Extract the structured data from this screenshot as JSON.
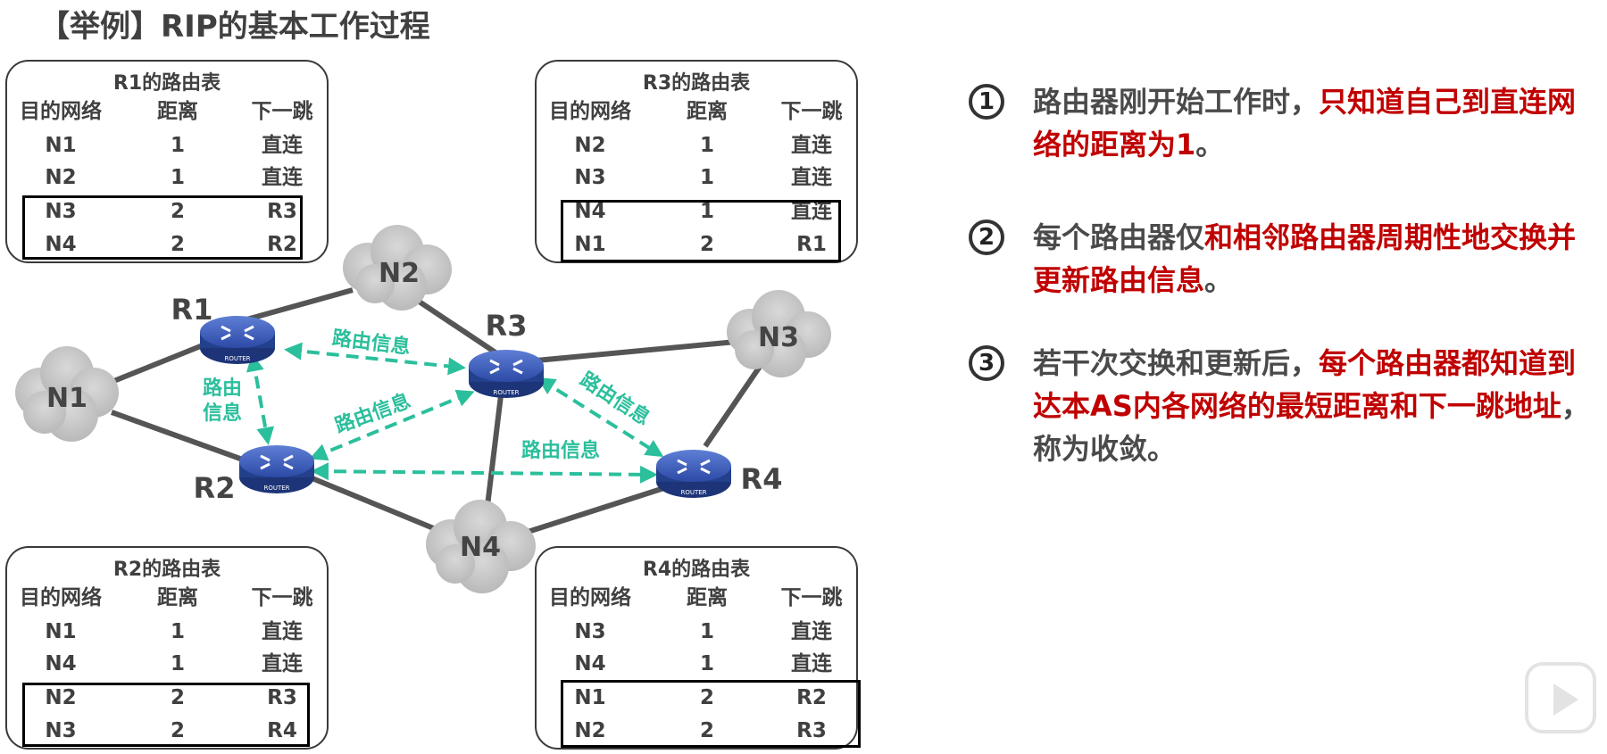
{
  "title": "【举例】RIP的基本工作过程",
  "tables": {
    "r1": {
      "caption": "R1的路由表",
      "headers": [
        "目的网络",
        "距离",
        "下一跳"
      ],
      "rows": [
        [
          "N1",
          "1",
          "直连"
        ],
        [
          "N2",
          "1",
          "直连"
        ],
        [
          "N3",
          "2",
          "R3"
        ],
        [
          "N4",
          "2",
          "R2"
        ]
      ]
    },
    "r3": {
      "caption": "R3的路由表",
      "headers": [
        "目的网络",
        "距离",
        "下一跳"
      ],
      "rows": [
        [
          "N2",
          "1",
          "直连"
        ],
        [
          "N3",
          "1",
          "直连"
        ],
        [
          "N4",
          "1",
          "直连"
        ],
        [
          "N1",
          "2",
          "R1"
        ]
      ]
    },
    "r2": {
      "caption": "R2的路由表",
      "headers": [
        "目的网络",
        "距离",
        "下一跳"
      ],
      "rows": [
        [
          "N1",
          "1",
          "直连"
        ],
        [
          "N4",
          "1",
          "直连"
        ],
        [
          "N2",
          "2",
          "R3"
        ],
        [
          "N3",
          "2",
          "R4"
        ]
      ]
    },
    "r4": {
      "caption": "R4的路由表",
      "headers": [
        "目的网络",
        "距离",
        "下一跳"
      ],
      "rows": [
        [
          "N3",
          "1",
          "直连"
        ],
        [
          "N4",
          "1",
          "直连"
        ],
        [
          "N1",
          "2",
          "R2"
        ],
        [
          "N2",
          "2",
          "R3"
        ]
      ]
    }
  },
  "diagram": {
    "routers": {
      "r1": "R1",
      "r2": "R2",
      "r3": "R3",
      "r4": "R4"
    },
    "router_caption": "ROUTER",
    "networks": {
      "n1": "N1",
      "n2": "N2",
      "n3": "N3",
      "n4": "N4"
    },
    "exchange_labels": {
      "r1_r3": "路由信息",
      "r1_r2_line1": "路由",
      "r1_r2_line2": "信息",
      "r2_r3": "路由信息",
      "r2_r4": "路由信息",
      "r3_r4": "路由信息"
    },
    "colors": {
      "link": "#555555",
      "exchange": "#2bbf9c",
      "cloud": "#c8c8c8",
      "router": "#2f4d9e"
    }
  },
  "notes": [
    {
      "num": "1",
      "plain": "路由器刚开始工作时，",
      "highlight": "只知道自己到直连网络的距离为1",
      "tail": "。"
    },
    {
      "num": "2",
      "plain": "每个路由器仅",
      "highlight": "和相邻路由器周期性地交换并更新路由信息",
      "tail": "。"
    },
    {
      "num": "3",
      "plain": "若干次交换和更新后，",
      "highlight": "每个路由器都知道到达本AS内各网络的最短距离和下一跳地址",
      "tail": "，称为收敛。"
    }
  ],
  "colors": {
    "highlight": "#c00000",
    "text": "#4a4a4a"
  }
}
